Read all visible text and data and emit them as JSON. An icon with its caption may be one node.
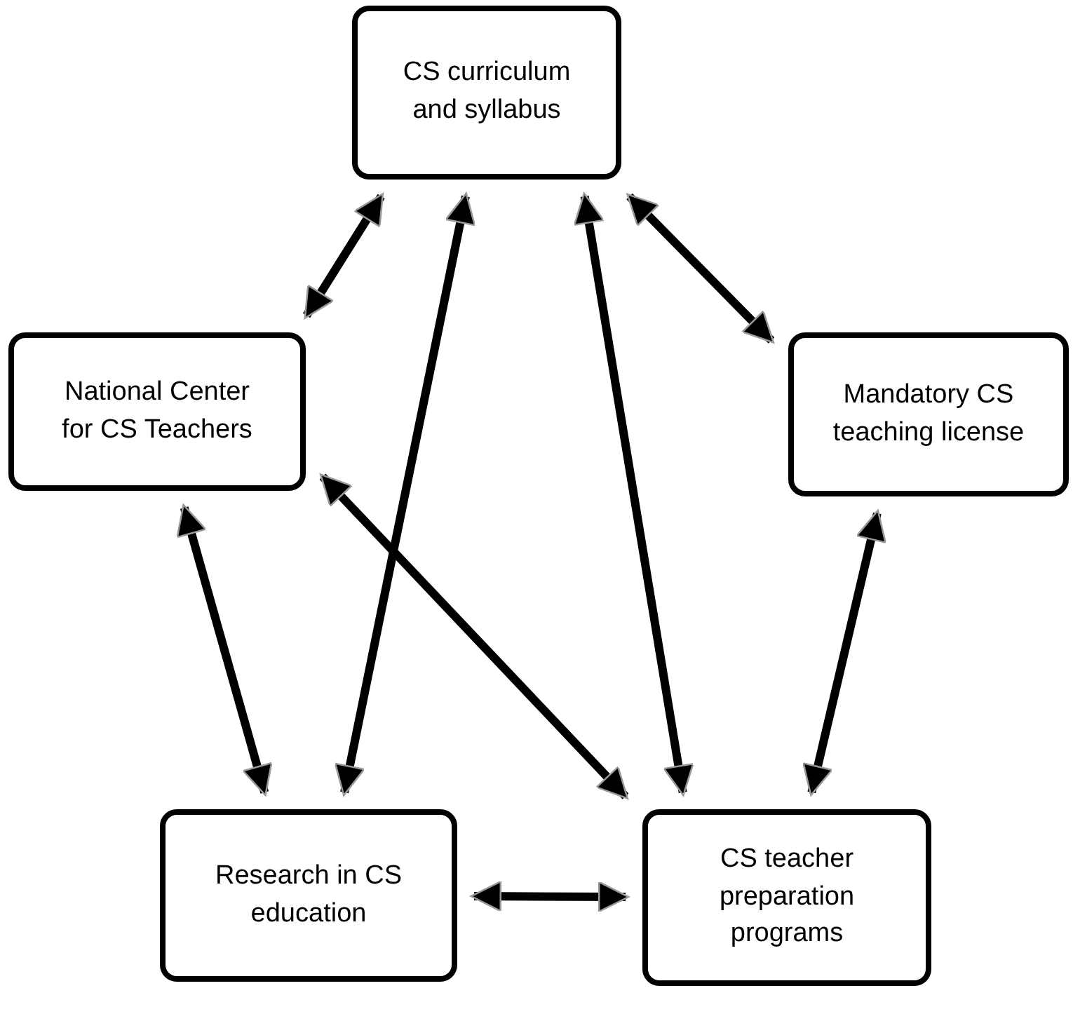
{
  "diagram": {
    "nodes": [
      {
        "text": [
          "CS curriculum and syllabus"
        ]
      },
      {
        "text": [
          "National Center for CS Teachers"
        ]
      },
      {
        "text": [
          "Mandatory CS teaching license"
        ]
      },
      {
        "text": [
          "Research in CS education"
        ]
      },
      {
        "text": [
          "CS teacher preparation programs"
        ]
      }
    ],
    "edges": [
      {
        "from": 0,
        "to": 1,
        "arrow": "both"
      },
      {
        "from": 0,
        "to": 2,
        "arrow": "both"
      },
      {
        "from": 0,
        "to": 3,
        "arrow": "both"
      },
      {
        "from": 0,
        "to": 4,
        "arrow": "both"
      },
      {
        "from": 1,
        "to": 4,
        "arrow": "both"
      },
      {
        "from": 1,
        "to": 3,
        "arrow": "both"
      },
      {
        "from": 2,
        "to": 4,
        "arrow": "both"
      },
      {
        "from": 3,
        "to": 4,
        "arrow": "both"
      }
    ]
  }
}
